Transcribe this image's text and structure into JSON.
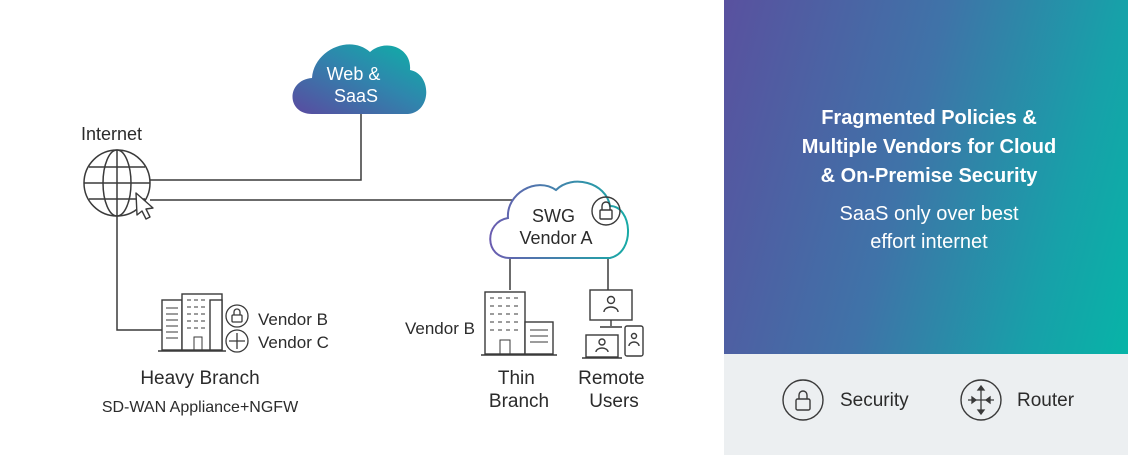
{
  "diagram": {
    "cloud_web_saas": "Web &\nSaaS",
    "internet_label": "Internet",
    "swg_label": "SWG\nVendor A",
    "heavy_branch_vendor_1": "Vendor B",
    "heavy_branch_vendor_2": "Vendor C",
    "heavy_branch_title": "Heavy Branch",
    "heavy_branch_subtitle": "SD-WAN Appliance+NGFW",
    "thin_branch_vendor": "Vendor B",
    "thin_branch_title": "Thin\nBranch",
    "remote_users_title": "Remote\nUsers"
  },
  "panel": {
    "title": "Fragmented Policies &\nMultiple Vendors for Cloud\n& On-Premise Security",
    "subtitle": "SaaS only over best\neffort internet"
  },
  "legend": {
    "security_label": "Security",
    "router_label": "Router"
  },
  "colors": {
    "gradient_start": "#59519f",
    "gradient_end": "#07b4a7",
    "line": "#3a3a3a",
    "legend_bg": "#eceff1"
  }
}
